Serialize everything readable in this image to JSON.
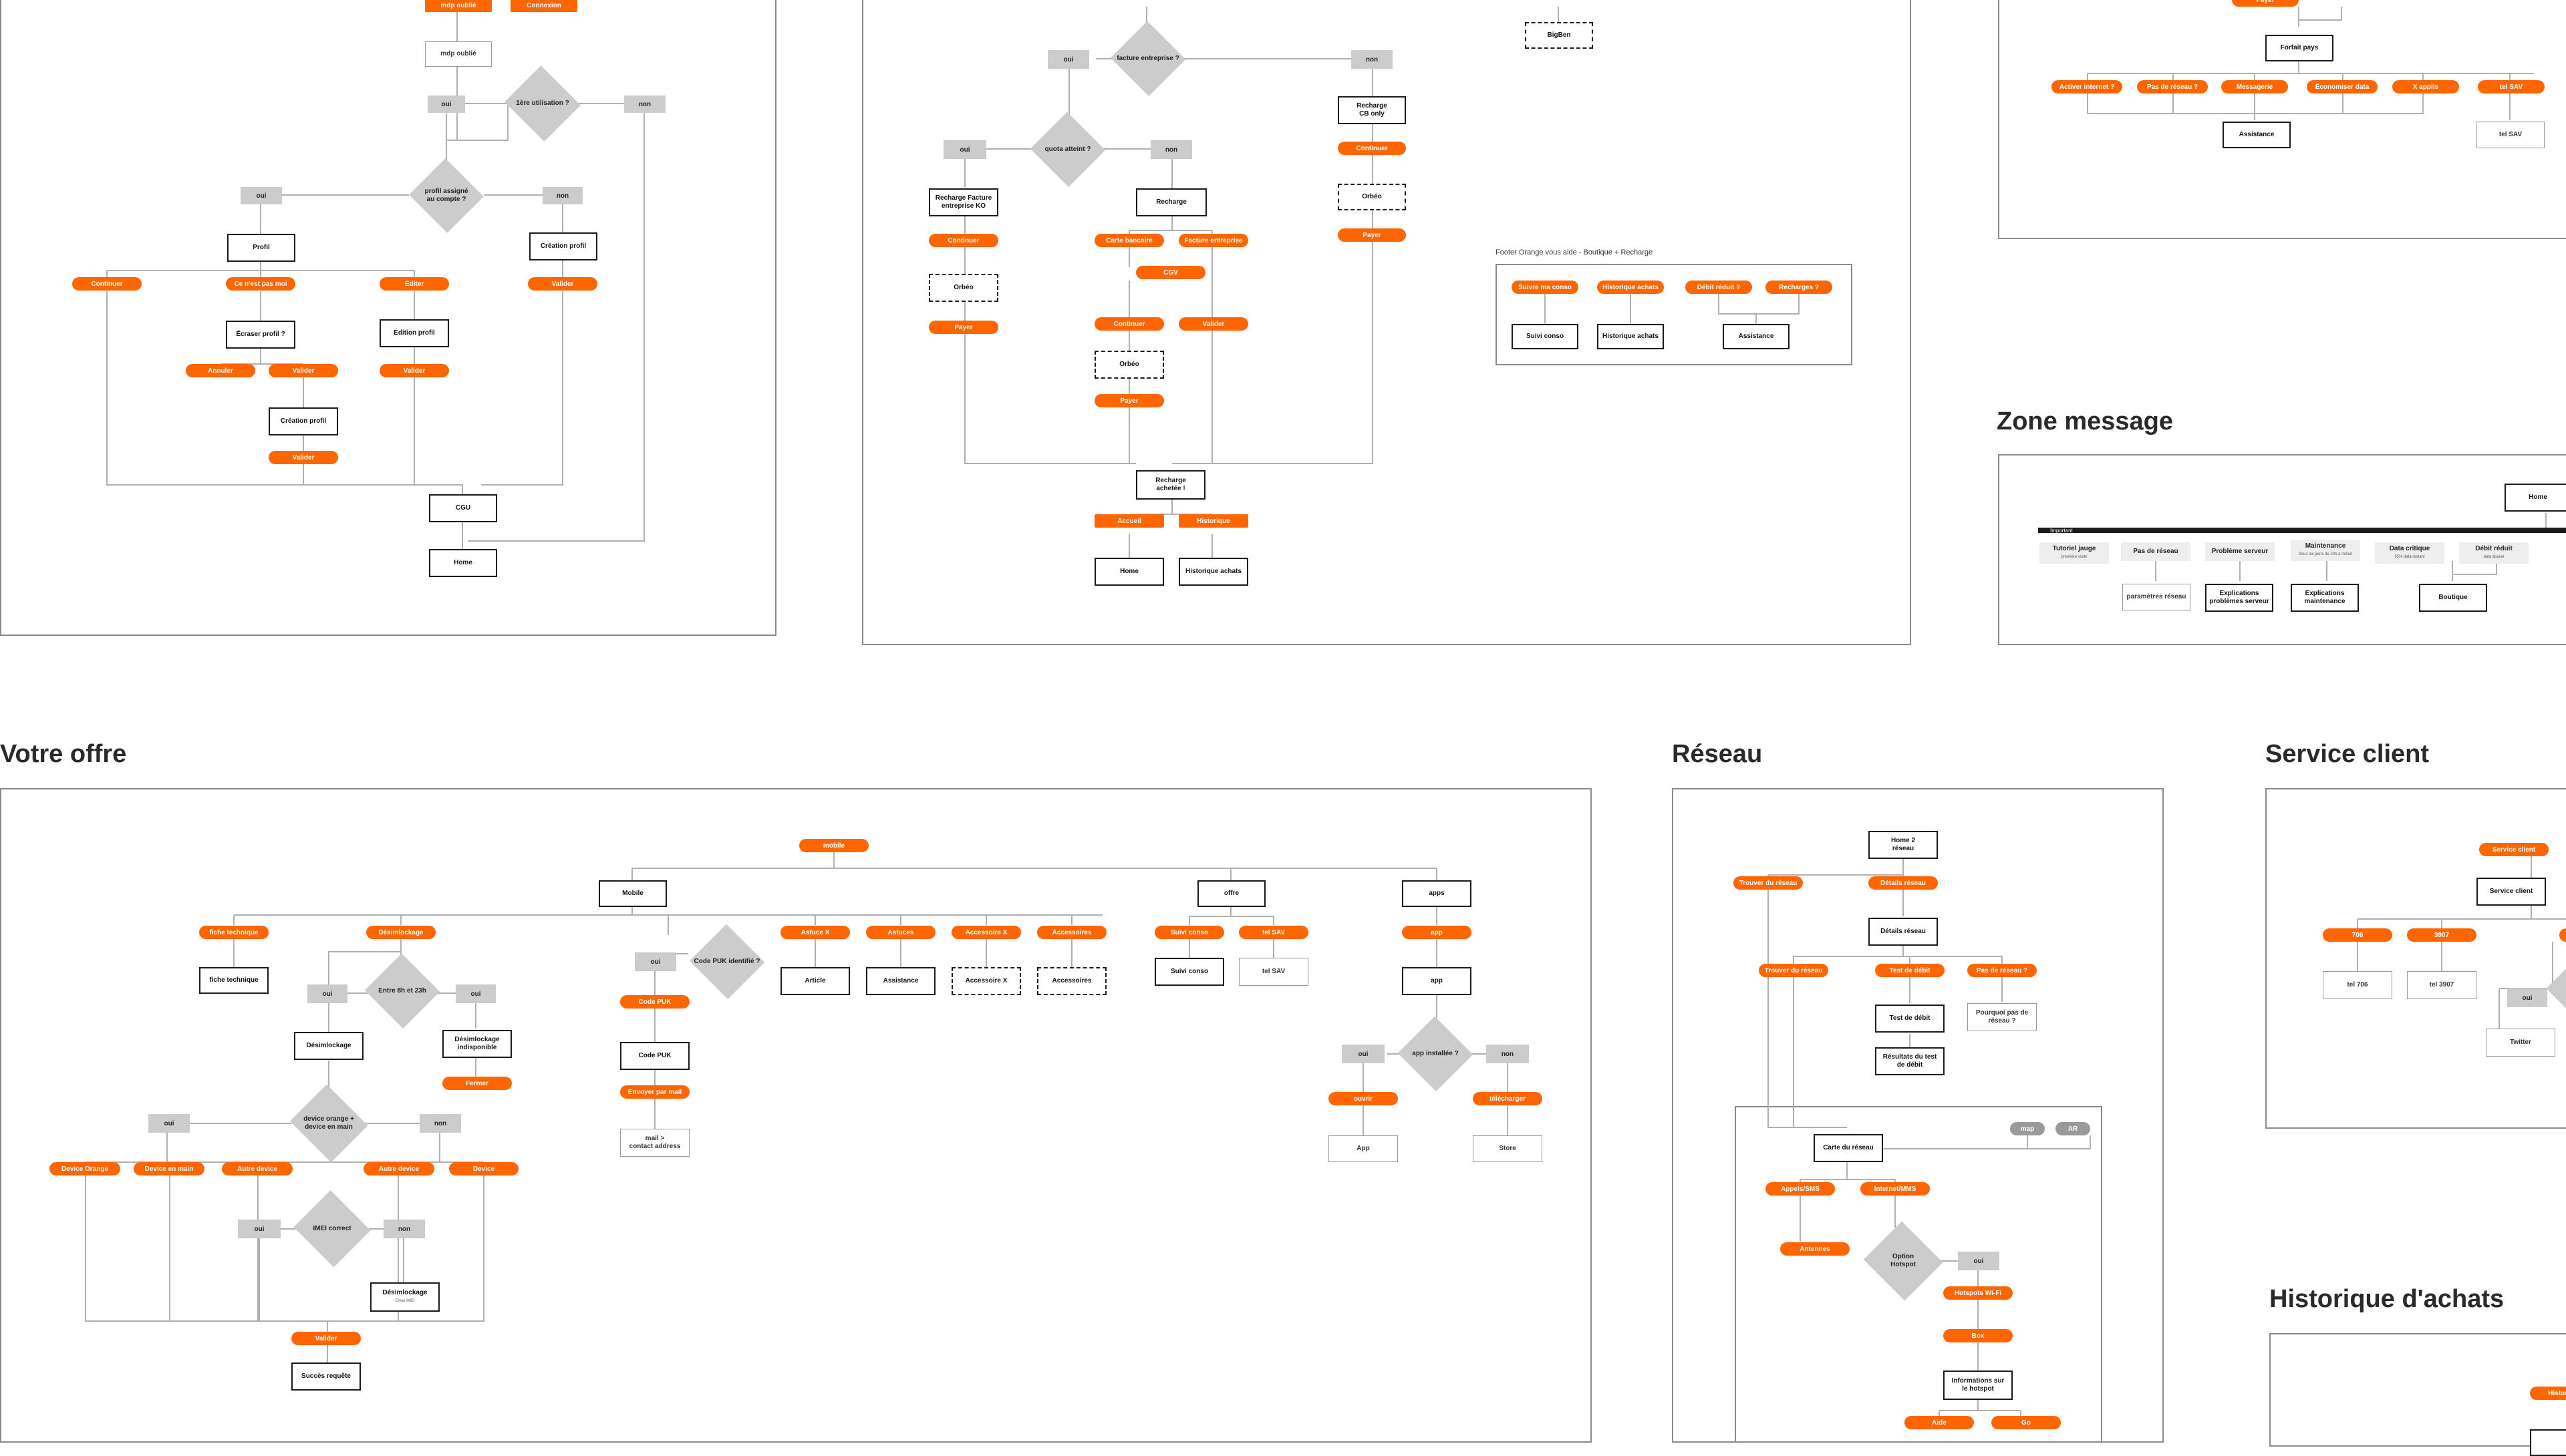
{
  "colors": {
    "accent": "#ff6600",
    "node_grey": "#cccccc",
    "frame_border": "#8a8a8a",
    "wire": "#b0b0b0"
  },
  "sections": {
    "votre_offre": "Votre offre",
    "reseau": "Réseau",
    "service_client": "Service client",
    "zone_message": "Zone message",
    "historique_achats": "Historique d'achats"
  },
  "login_flow": {
    "mdp_oublie_pill": "mdp oublié",
    "connexion_pill": "Connexion",
    "mdp_oublie_box": "mdp oublié",
    "premiere_utilisation": "1ère utilisation ?",
    "oui_1": "oui",
    "non_1": "non",
    "profil_assigne": "profil assigné\nau compte ?",
    "oui_2": "oui",
    "non_2": "non",
    "profil": "Profil",
    "creation_profil_1": "Création profil",
    "continuer": "Continuer",
    "ce_nest_pas_moi": "Ce n'est pas moi",
    "editer": "Éditer",
    "valider_1": "Valider",
    "ecraser_profil": "Écraser profil ?",
    "edition_profil": "Édition profil",
    "annuler": "Annuler",
    "valider_2": "Valider",
    "valider_3": "Valider",
    "creation_profil_2": "Création profil",
    "valider_4": "Valider",
    "cgu": "CGU",
    "home": "Home"
  },
  "recharge_flow": {
    "facture_entreprise": "facture entreprise ?",
    "oui_1": "oui",
    "non_1": "non",
    "quota_atteint": "quota atteint ?",
    "oui_2": "oui",
    "non_2": "non",
    "recharge_cb_only": "Recharge\nCB only",
    "continuer_1": "Continuer",
    "orbeo_1": "Orbéo",
    "payer_1": "Payer",
    "recharge_facture_ko": "Recharge Facture\nentreprise KO",
    "continuer_2": "Continuer",
    "orbeo_2": "Orbéo",
    "payer_2": "Payer",
    "recharge": "Recharge",
    "carte_bancaire": "Carte bancaire",
    "facture_entreprise_pill": "Facture entreprise",
    "cgv": "CGV",
    "continuer_3": "Continuer",
    "valider": "Valider",
    "orbeo_3": "Orbéo",
    "payer_3": "Payer",
    "recharge_achetee": "Recharge\nachetée !",
    "accueil": "Accueil",
    "historique": "Historique",
    "home": "Home",
    "historique_achats": "Historique achats"
  },
  "footer_block": {
    "bigben": "BigBen",
    "title": "Footer Orange vous aide - Boutique + Recharge",
    "suivre_conso_pill": "Suivre ma conso",
    "historique_achats_pill": "Historique achats",
    "debit_reduit_pill": "Débit réduit ?",
    "recharges_pill": "Recharges ?",
    "suivi_conso": "Suivi conso",
    "historique_achats_box": "Historique achats",
    "assistance": "Assistance"
  },
  "forfait_block": {
    "payer": "Payer",
    "forfait_pays": "Forfait pays",
    "activer_internet": "Activer internet ?",
    "pas_de_reseau": "Pas de réseau ?",
    "messagerie": "Messagerie",
    "economiser_data": "Économiser data",
    "x_applis": "X applis",
    "tel_sav_pill": "tel SAV",
    "assistance": "Assistance",
    "tel_sav_box": "tel SAV"
  },
  "zone_message": {
    "home": "Home",
    "bar_label": "Important",
    "items": [
      {
        "title": "Tutoriel jauge",
        "sub": "première visite"
      },
      {
        "title": "Pas de réseau",
        "sub": ""
      },
      {
        "title": "Problème serveur",
        "sub": ""
      },
      {
        "title": "Maintenance",
        "sub": "Sous les jours de 20h à minuit"
      },
      {
        "title": "Data critique",
        "sub": "95% data restant"
      },
      {
        "title": "Débit réduit",
        "sub": "data épuisé"
      }
    ],
    "params_reseau": "paramètres réseau",
    "expl_serveur": "Explications\nproblèmes serveur",
    "expl_maintenance": "Explications\nmaintenance",
    "boutique": "Boutique"
  },
  "votre_offre": {
    "mobile_pill": "mobile",
    "mobile_box": "Mobile",
    "offre_box": "offre",
    "apps_box": "apps",
    "fiche_technique_pill": "fiche technique",
    "desimlockage_pill": "Désimlockage",
    "fiche_technique_box": "fiche technique",
    "entre_8h_23h": "Entre 8h et 23h",
    "oui_1": "oui",
    "oui_2": "oui",
    "desimlockage_box": "Désimlockage",
    "desimlockage_indispo": "Désimlockage\nindisponible",
    "fermer": "Fermer",
    "device_orange": "device orange +\ndevice en main",
    "oui_3": "oui",
    "non_3": "non",
    "device_orange_pill": "Device Orange",
    "device_en_main": "Device en main",
    "autre_device_1": "Autre device",
    "autre_device_2": "Autre device",
    "device": "Device",
    "imei_correct": "IMEI correct",
    "oui_4": "oui",
    "non_4": "non",
    "desimlockage_sub": "Désimlockage",
    "desimlockage_sub2": "Envoi IMEI",
    "valider": "Valider",
    "succes_requete": "Succès requête",
    "code_puk_identifie": "Code PUK identifié ?",
    "oui_5": "oui",
    "code_puk_pill": "Code PUK",
    "code_puk_box": "Code PUK",
    "envoyer_mail": "Envoyer par mail",
    "mail_contact": "mail >\ncontact address",
    "astuce_x": "Astuce X",
    "astuces": "Astuces",
    "accessoire_x_pill": "Accessoire X",
    "accessoires_pill": "Accessoires",
    "article": "Article",
    "assistance": "Assistance",
    "accessoire_x_box": "Accessoire X",
    "accessoires_box": "Accessoires",
    "suivi_conso_pill": "Suivi conso",
    "tel_sav_pill": "tel SAV",
    "suivi_conso_box": "Suivi conso",
    "tel_sav_box": "tel SAV",
    "app_pill": "app",
    "app_box": "app",
    "app_installee": "app installée ?",
    "oui_6": "oui",
    "non_6": "non",
    "ouvrir": "ouvrir",
    "telecharger": "télécharger",
    "app_final": "App",
    "store": "Store"
  },
  "reseau": {
    "home2": "Home 2\nréseau",
    "trouver_reseau_1": "Trouver du réseau",
    "details_reseau_pill": "Détails réseau",
    "details_reseau_box": "Détails réseau",
    "trouver_reseau_2": "Trouver du réseau",
    "test_debit_pill": "Test de débit",
    "pas_de_reseau": "Pas de réseau ?",
    "test_debit_box": "Test de débit",
    "pourquoi": "Pourquoi pas de\nréseau ?",
    "resultats": "Résultats du test\nde débit",
    "map": "map",
    "ar": "AR",
    "carte_reseau": "Carte du réseau",
    "appels_sms": "Appels/SMS",
    "internet_mms": "Internet/MMS",
    "antennes": "Antennes",
    "option_hotspot": "Option\nHotspot",
    "oui": "oui",
    "hotspots_wifi": "Hotspots Wi-Fi",
    "box": "Box",
    "info_hotspot": "Informations sur\nle hotspot",
    "aide": "Aide",
    "go": "Go"
  },
  "service_client": {
    "pill": "Service client",
    "box": "Service client",
    "n706": "706",
    "n3907": "3907",
    "tel706": "tel 706",
    "tel3907": "tel 3907",
    "oui": "oui",
    "twitter": "Twitter"
  },
  "historique": {
    "pill": "Historique"
  }
}
